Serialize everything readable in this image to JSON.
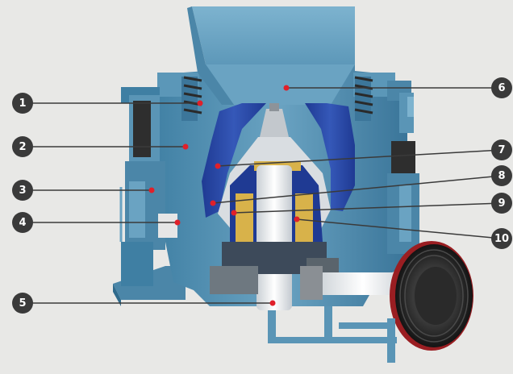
{
  "diagram": {
    "colors": {
      "background": "#e8e8e6",
      "steel": "#4f8cae",
      "steel_dark": "#2f6a8c",
      "liner": "#233f9a",
      "shaft": "#eef0f2",
      "badge": "#3a3a3a",
      "dot": "#e0202a",
      "belt": "#1e1e1e",
      "belt_rim": "#9a1e22"
    },
    "callouts": [
      {
        "label": "1"
      },
      {
        "label": "2"
      },
      {
        "label": "3"
      },
      {
        "label": "4"
      },
      {
        "label": "5"
      },
      {
        "label": "6"
      },
      {
        "label": "7"
      },
      {
        "label": "8"
      },
      {
        "label": "9"
      },
      {
        "label": "10"
      }
    ]
  }
}
